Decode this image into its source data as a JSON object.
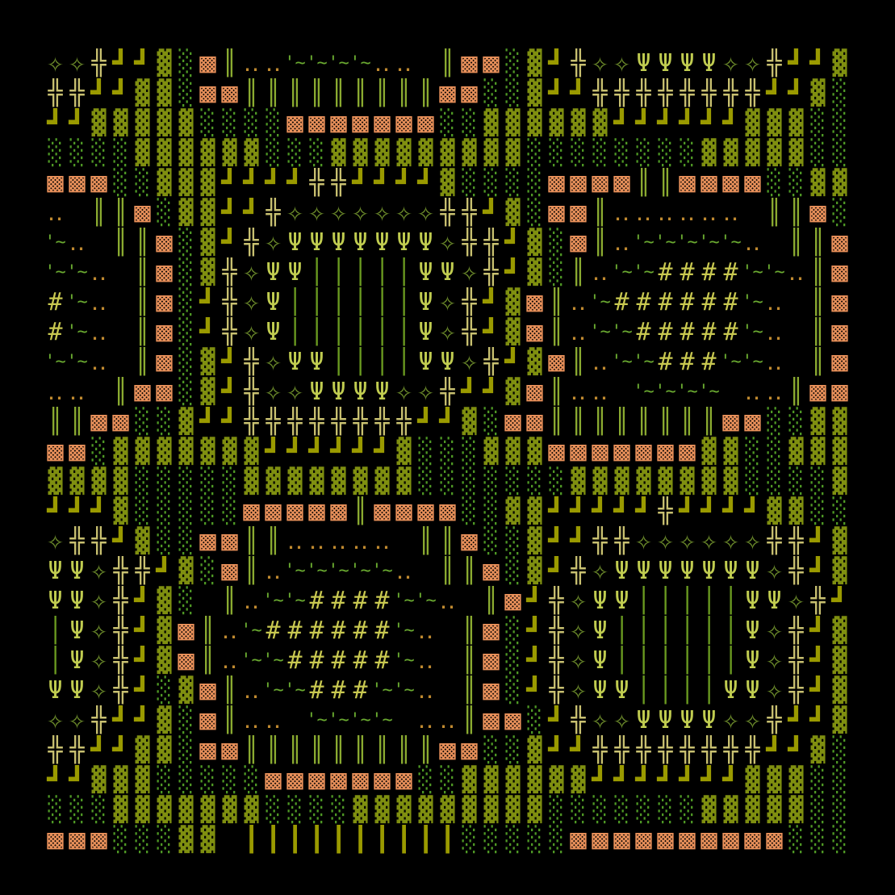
{
  "rows": [
    "✧✧╬┛┛▓░▩║‥‥~~~~‥‥ ║▩▩░▓┛╬✧✧ΨΨΨΨ✧✧╬┛┛▓",
    "╬╬┛┛▓▓░▩▩║║║║║║║║║▩▩░░▓┛┛╬╬╬╬╬╬╬╬┛┛▓░",
    "┛┛▓▓▓▓▓░░░░▩▩▩▩▩▩▩░░▓▓▓▓▓▓┛┛┛┛┛┛▓▓▓░░",
    "░░░░▓▓▓▓▓▓░░░▓▓▓▓▓▓▓▓▓░░░░░░░░▓▓▓▓▓░░",
    "▩▩▩░░▓▓▓┛┛┛┛╬╬┛┛┛┛▓░░░░▩▩▩▩║║▩▩▩▩░░▓▓",
    "‥ ║║▩░▓▓┛┛╬✧✧✧✧✧✧✧╬╬┛▓░▩▩║‥‥‥‥‥‥ ║║▩░",
    "~‥ ║║▩░▓┛╬✧ΨΨΨΨΨΨΨ✧╬╬┛▓░▩║‥~~~~~‥ ║║▩",
    "~~‥ ║▩░▓╬✧ΨΨ│││││ΨΨ✧╬┛▓░║‥~~####~~‥║▩",
    "#~‥ ║▩░┛╬✧Ψ││││││Ψ✧╬┛▓▩║‥~######~‥ ║▩",
    "#~‥ ║▩░┛╬✧Ψ││││││Ψ✧╬┛▓▩║‥~~#####~‥ ║▩",
    "~~‥ ║▩░▓┛╬✧ΨΨ││││ΨΨ✧╬┛▓▩║‥~~###~~‥ ║▩",
    "‥‥ ║▩▩░▓┛╬✧✧ΨΨΨΨ✧✧╬┛┛▓▩║‥‥ ~~~~ ‥‥║▩▩",
    "║║▩▩░░▓┛┛╬╬╬╬╬╬╬╬┛┛▓░▩▩║║║║║║║║▩▩░░▓▓",
    "▩▩░▓▓▓▓▓▓▓┛┛┛┛┛┛▓░░░▓▓▓▩▩▩▩▩▩▩▓▓░░▓▓▓",
    "▓▓▓▓░░░░░▓▓▓▓▓▓▓▓░░░░░░░▓▓▓▓▓▓▓▓░░░░▓",
    "┛┛┛▓░░░░░▩▩▩▩▩║▩▩▩▩░░▓▓┛┛┛┛┛╬┛┛┛┛▓▓░░",
    "✧╬╬┛▓░░▩▩║║‥‥‥‥‥ ║║▩░░▓┛┛╬╬✧✧✧✧✧✧╬╬┛▓",
    "ΨΨ✧╬╬┛▓░▩║‥~~~~~‥ ║║▩░▓┛╬✧ΨΨΨΨΨΨΨ✧╬┛▓",
    "ΨΨ✧╬┛▓░ ║‥~~####~~‥ ║▩┛╬✧ΨΨ│││││ΨΨ✧╬┛",
    "│Ψ✧╬┛▓▩║‥~######~‥ ║▩░┛╬✧Ψ││││││Ψ✧╬┛▓",
    "│Ψ✧╬┛▓▩║‥~~#####~‥ ║▩░┛╬✧Ψ││││││Ψ✧╬┛▓",
    "ΨΨ✧╬┛░▓▩║‥~~###~~‥ ║▩░┛╬✧ΨΨ││││ΨΨ✧╬┛▓",
    "✧✧╬┛┛▓░▩║‥‥ ~~~~ ‥‥║▩▩░┛╬✧✧ΨΨΨΨ✧✧╬┛┛▓",
    "╬╬┛┛▓▓░▩▩║║║║║║║║║▩▩░░▓┛┛╬╬╬╬╬╬╬╬┛┛▓░",
    "┛┛▓▓▓░░░░░▩▩▩▩▩▩▩░░▓▓▓▓▓▓┛┛┛┛┛┛┛▓▓▓░░",
    "░░░▓▓▓▓▓▓▓░░░░▓▓▓▓▓▓▓▓▓░░░░░░░▓▓▓▓▓░░",
    "▩▩▩░░░▓▓ ┃┃┃┃┃┃┃┃┃┃░░░░░▩▩▩▩▩▩▩▩▩▩░░░"
  ],
  "palette": {
    "background": "#000000",
    "star": "#6b8a2a",
    "cross": "#c8c070",
    "corner": "#9a9a00",
    "block": "#e8905a",
    "dark_shade": "#7f8f10",
    "light_shade": "#4f9a25",
    "double_bar": "#8aaa30",
    "dots": "#c08a30",
    "hash": "#c8c850",
    "psi": "#c0cc50"
  }
}
